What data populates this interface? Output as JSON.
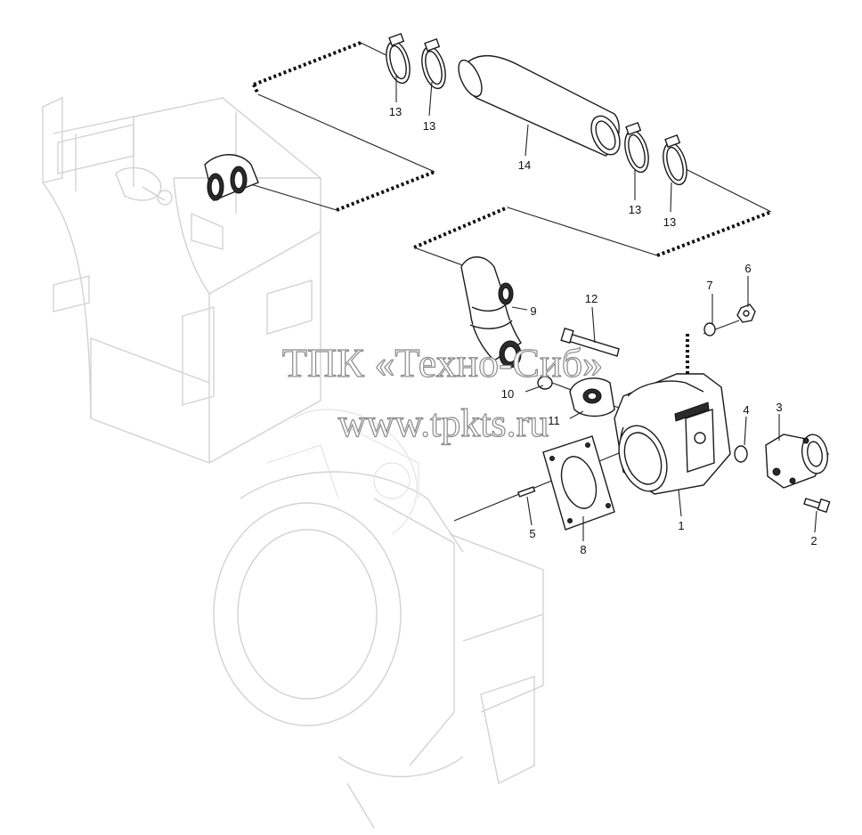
{
  "watermark": {
    "line1": "ТПК «Техно-Сиб»",
    "line2": "www.tpkts.ru"
  },
  "callouts": {
    "c1": "1",
    "c2": "2",
    "c3": "3",
    "c4": "4",
    "c5": "5",
    "c6": "6",
    "c7": "7",
    "c8": "8",
    "c9": "9",
    "c10": "10",
    "c11": "11",
    "c12": "12",
    "c13a": "13",
    "c13b": "13",
    "c13c": "13",
    "c13d": "13",
    "c14": "14"
  }
}
